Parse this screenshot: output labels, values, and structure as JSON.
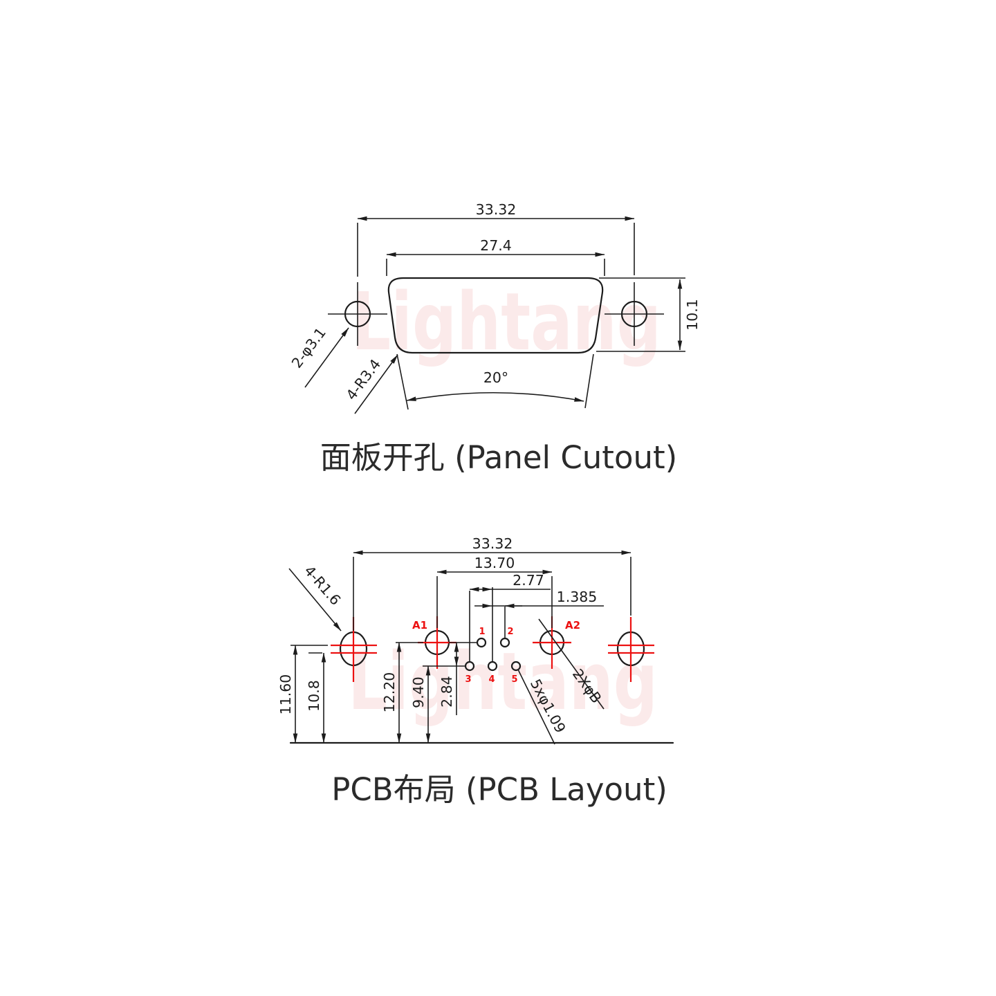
{
  "watermark": {
    "text": "Lightang"
  },
  "panel": {
    "title": "面板开孔 (Panel Cutout)",
    "dims": {
      "outer_width": "33.32",
      "cutout_width": "27.4",
      "cutout_height": "10.1",
      "side_angle": "20°",
      "mount_holes": "2-φ3.1",
      "corner_radius": "4-R3.4"
    }
  },
  "pcb": {
    "title": "PCB布局 (PCB Layout)",
    "dims": {
      "outer_width": "33.32",
      "coax_pitch": "13.70",
      "pin_pitch": "2.77",
      "row_offset": "1.385",
      "mount_upper": "11.60",
      "mount_lower": "10.8",
      "coax_row_height": "12.20",
      "signal_row_height": "9.40",
      "row_gap": "2.84",
      "mount_radius": "4-R1.6",
      "signal_holes": "5xφ1.09",
      "coax_holes": "2XφB"
    },
    "labels": {
      "a1": "A1",
      "a2": "A2",
      "p1": "1",
      "p2": "2",
      "p3": "3",
      "p4": "4",
      "p5": "5"
    }
  }
}
